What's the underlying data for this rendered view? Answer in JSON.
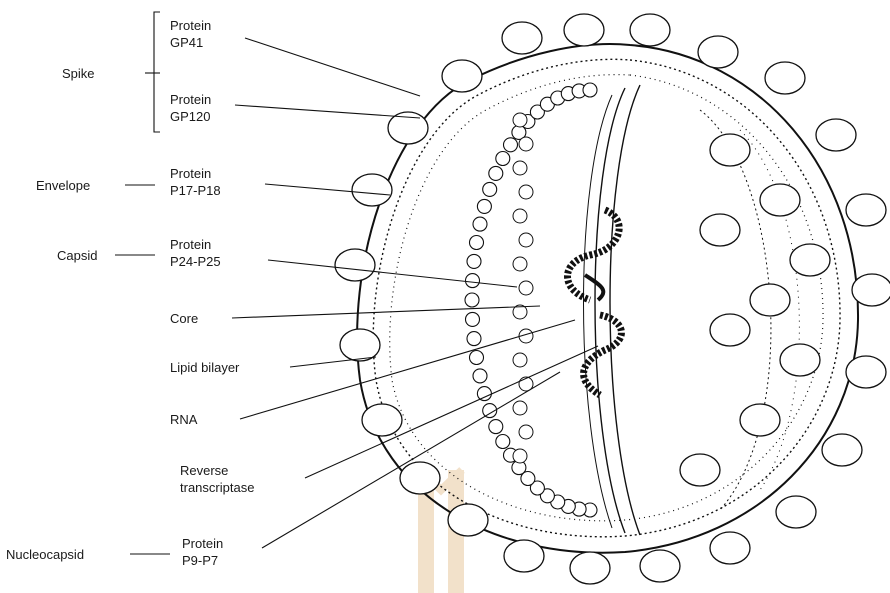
{
  "labels": {
    "spike": "Spike",
    "gp41_a": "Protein",
    "gp41_b": "GP41",
    "gp120_a": "Protein",
    "gp120_b": "GP120",
    "envelope": "Envelope",
    "p17_a": "Protein",
    "p17_b": "P17-P18",
    "capsid": "Capsid",
    "p24_a": "Protein",
    "p24_b": "P24-P25",
    "core": "Core",
    "lipid": "Lipid bilayer",
    "rna": "RNA",
    "rt_a": "Reverse",
    "rt_b": "transcriptase",
    "nucleocapsid": "Nucleocapsid",
    "p9_a": "Protein",
    "p9_b": "P9-P7"
  },
  "colors": {
    "ink": "#111111",
    "watermark": "#e8c9a0"
  }
}
